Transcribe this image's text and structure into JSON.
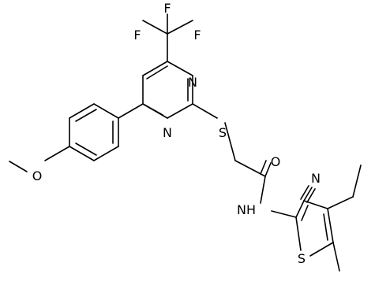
{
  "diagram": {
    "type": "chemical-structure",
    "ink_color": "#000000",
    "background_color": "#ffffff",
    "atom_labels": {
      "f1": "F",
      "f2": "F",
      "f3": "F",
      "n_pyrimidine_1": "N",
      "n_pyrimidine_2": "N",
      "s_thioether": "S",
      "o_carbonyl": "O",
      "n_nitrile": "N",
      "n_amide": "NH",
      "s_thiophene": "S",
      "o_methoxy": "O",
      "ethyl": "",
      "methyl": "",
      "methoxy_methyl": ""
    }
  }
}
